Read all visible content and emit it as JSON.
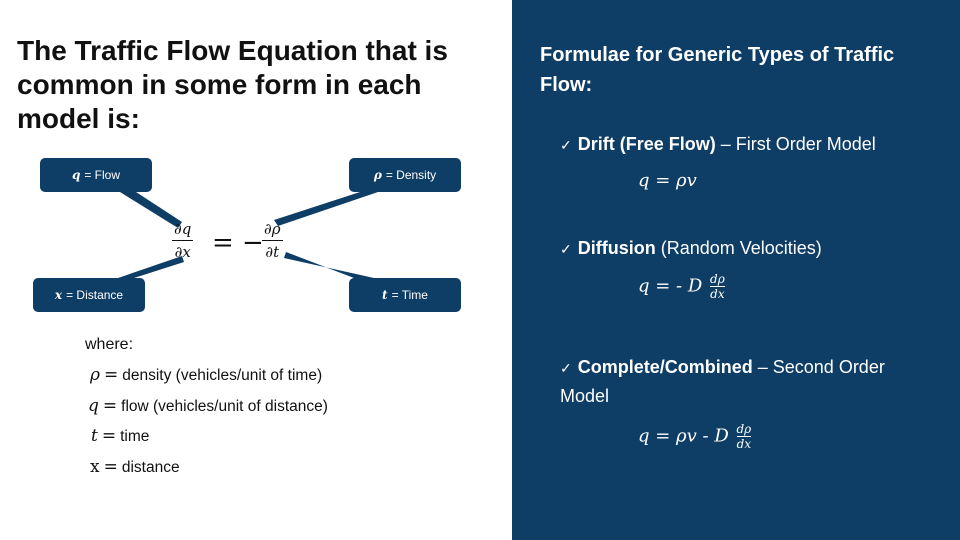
{
  "left": {
    "title": "The Traffic Flow Equation that is common in some form in each model is:",
    "labels": {
      "flow": {
        "sym": "q",
        "text": "= Flow"
      },
      "density": {
        "sym": "ρ",
        "text": "= Density"
      },
      "distance": {
        "sym": "x",
        "text": "= Distance"
      },
      "time": {
        "sym": "t",
        "text": "= Time"
      }
    },
    "equation": {
      "lhs_num": "∂q",
      "lhs_den": "∂x",
      "equals": "= −",
      "rhs_num": "∂ρ",
      "rhs_den": "∂t"
    },
    "where_label": "where:",
    "definitions": [
      {
        "sym": "ρ",
        "eq": "=",
        "text": "density (vehicles/unit of time)"
      },
      {
        "sym": "q",
        "eq": "=",
        "text": "flow (vehicles/unit of distance)"
      },
      {
        "sym": "t",
        "eq": "=",
        "text": "time"
      },
      {
        "sym": "x",
        "eq": "=",
        "text": "distance"
      }
    ]
  },
  "right": {
    "title": "Formulae for Generic Types of Traffic Flow:",
    "items": [
      {
        "bold": "Drift (Free Flow)",
        "rest": " – First Order Model",
        "formula_text": "q = ρv"
      },
      {
        "bold": "Diffusion",
        "rest": " (Random Velocities)",
        "formula_text": "q = - D",
        "frac_num": "dρ",
        "frac_den": "dx"
      },
      {
        "bold": "Complete/Combined",
        "rest": " – Second Order Model",
        "formula_text": "q = ρv - D",
        "frac_num": "dρ",
        "frac_den": "dx"
      }
    ],
    "check_glyph": "✓"
  },
  "colors": {
    "panel": "#0e3e66",
    "pill": "#0e3e66",
    "text": "#111111",
    "white": "#ffffff"
  }
}
